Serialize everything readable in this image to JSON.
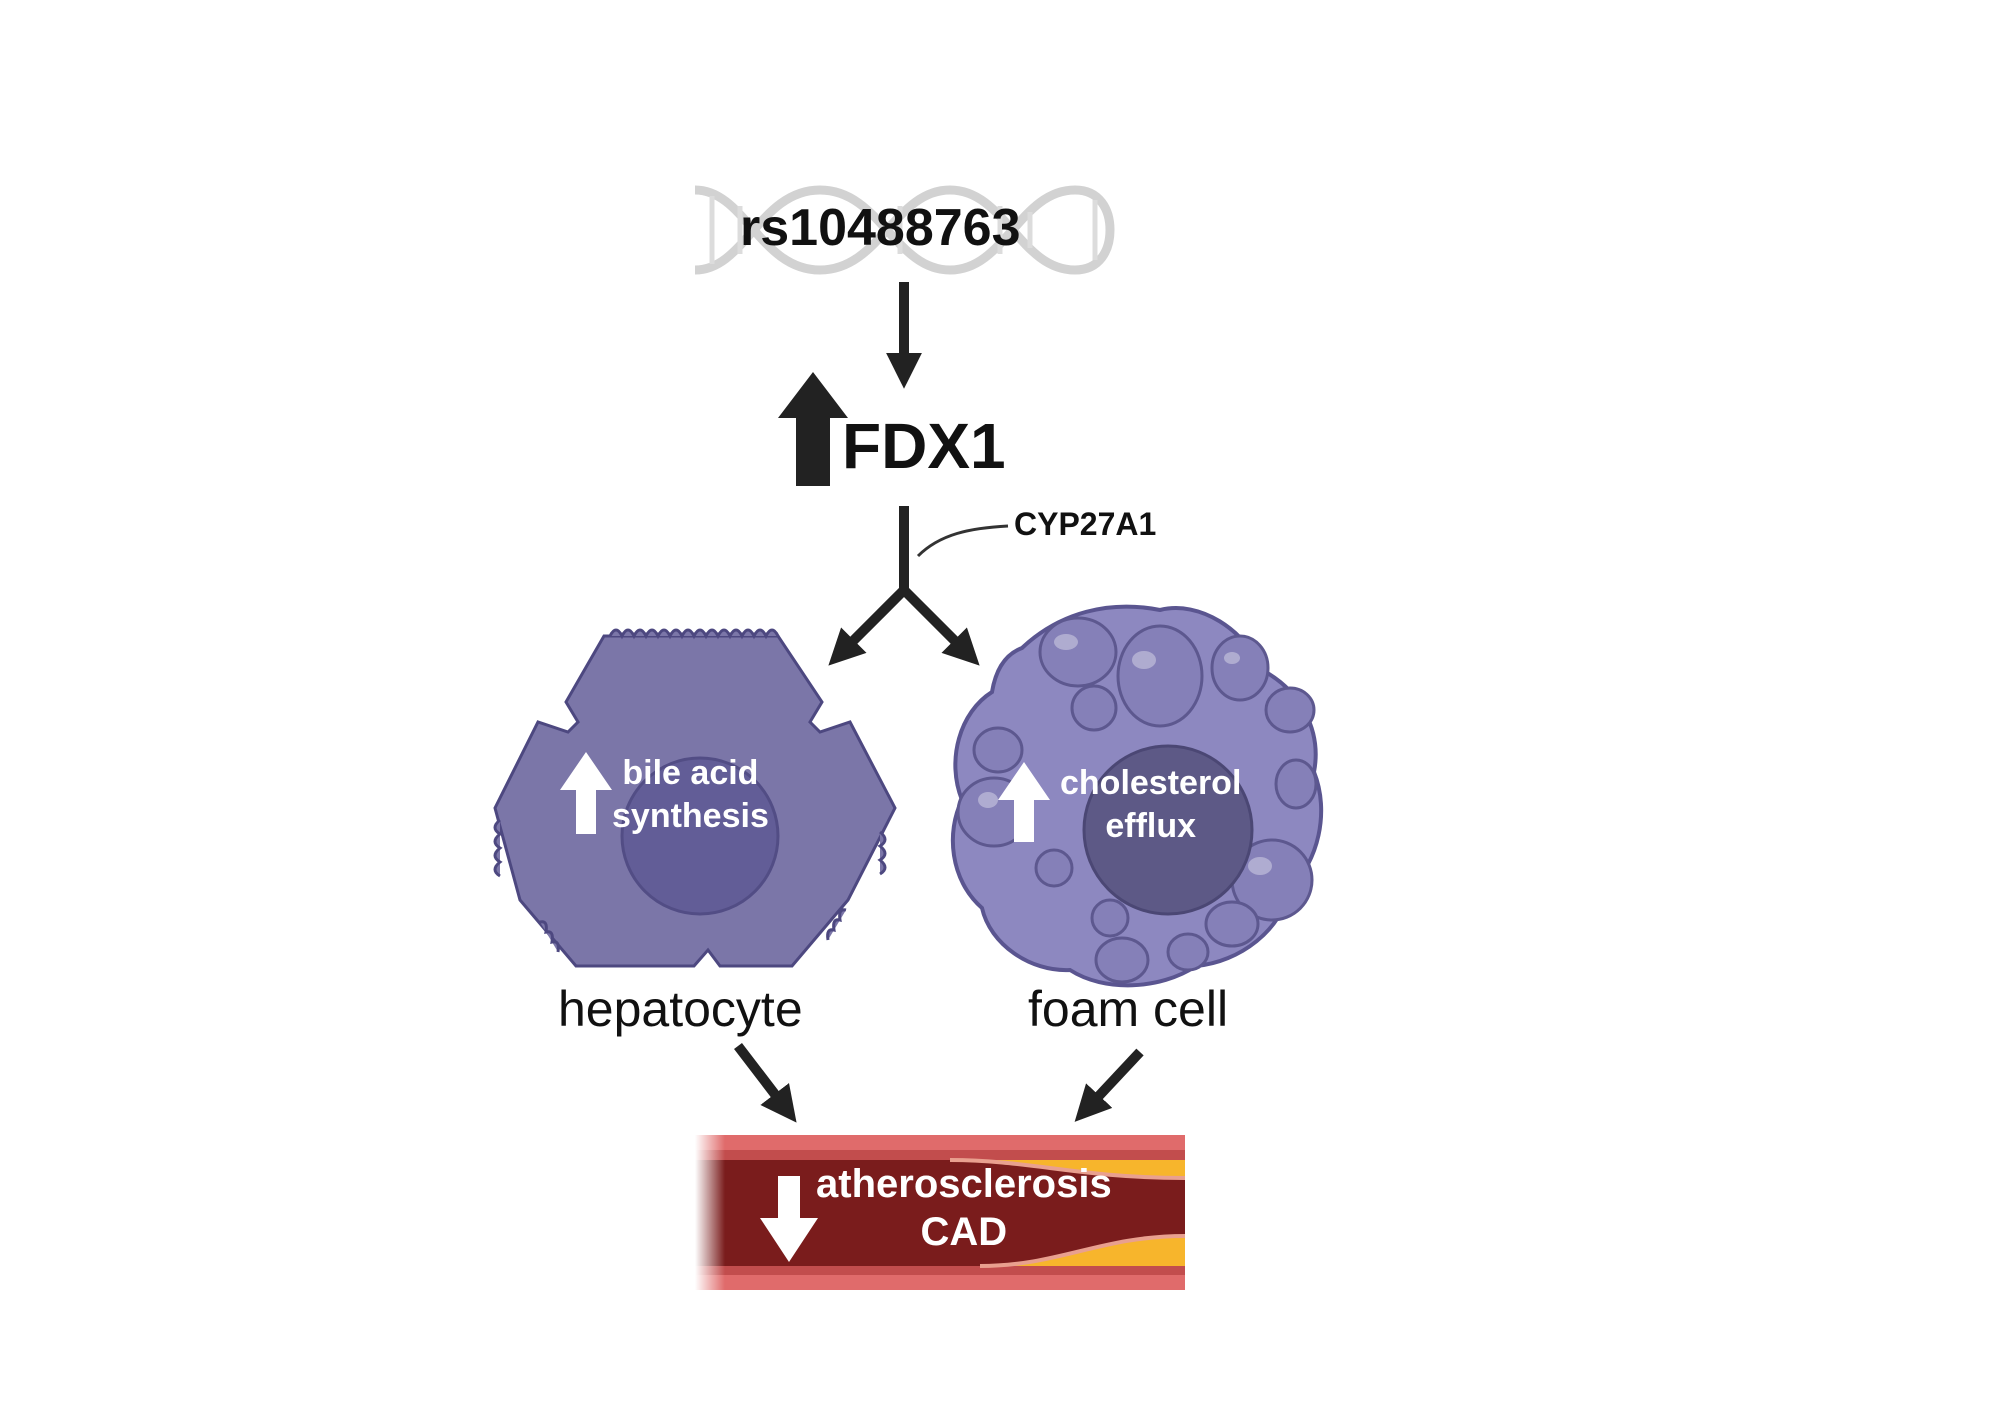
{
  "snp": {
    "label": "rs10488763",
    "icon": "dna-helix-icon"
  },
  "gene": {
    "label": "FDX1",
    "direction": "up"
  },
  "enzyme": {
    "label": "CYP27A1"
  },
  "hepatocyte": {
    "name": "hepatocyte",
    "effect_line1": "bile acid",
    "effect_line2": "synthesis",
    "direction": "up",
    "color": "#7b76a8"
  },
  "foam_cell": {
    "name": "foam cell",
    "effect_line1": "cholesterol",
    "effect_line2": "efflux",
    "direction": "up",
    "color": "#8d88c0"
  },
  "outcome": {
    "line1": "atherosclerosis",
    "line2": "CAD",
    "direction": "down",
    "vessel_color": "#7a1c1c",
    "wall_color": "#e06b6b",
    "plaque_color": "#f7b52c"
  }
}
